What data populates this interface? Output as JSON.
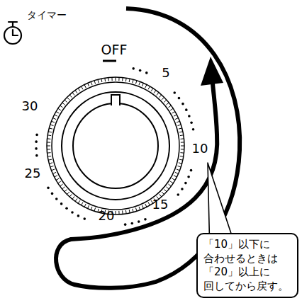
{
  "diagram": {
    "nodes": [
      {
        "text": [
          "「10」以下に 合わせるときは 「20」以上に 回してから戻す。"
        ]
      }
    ],
    "labels": [
      "タイマー",
      "OFF",
      "5",
      "10",
      "15",
      "20",
      "25",
      "30"
    ]
  }
}
